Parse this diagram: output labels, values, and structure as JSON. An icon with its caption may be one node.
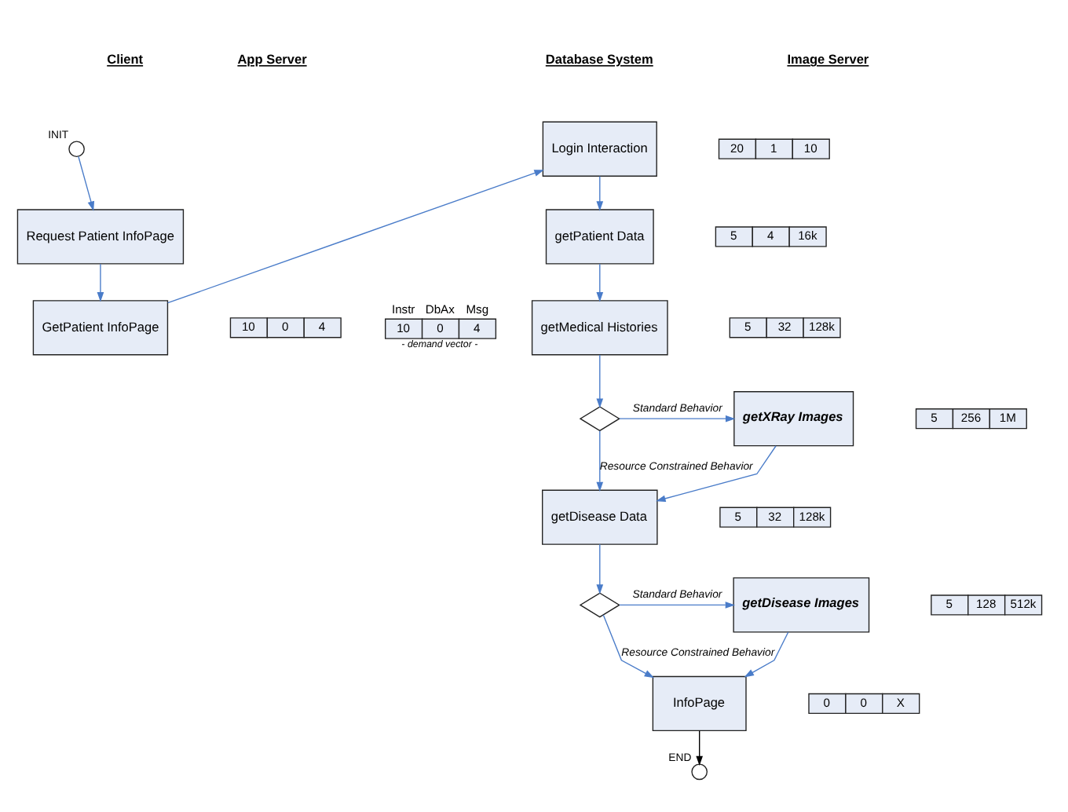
{
  "diagram": {
    "nodes": [
      {
        "text": [],
        "shape": "circle",
        "beside": [
          "INIT"
        ]
      },
      {
        "text": [
          "Request Patient InfoPage"
        ]
      },
      {
        "text": [
          "GetPatient InfoPage"
        ]
      },
      {
        "text": [
          "Login Interaction"
        ]
      },
      {
        "text": [
          "getPatient Data"
        ]
      },
      {
        "text": [
          "getMedical Histories"
        ]
      },
      {
        "text": [],
        "shape": "diamond"
      },
      {
        "text": [
          "getXRay Images"
        ]
      },
      {
        "text": [
          "getDisease Data"
        ]
      },
      {
        "text": [],
        "shape": "diamond"
      },
      {
        "text": [
          "getDisease Images"
        ]
      },
      {
        "text": [
          "InfoPage"
        ]
      },
      {
        "text": [],
        "shape": "circle",
        "beside": [
          "END"
        ]
      }
    ],
    "edges": [
      {
        "from": 0,
        "to": 1,
        "arrow": "to"
      },
      {
        "from": 1,
        "to": 2,
        "arrow": "to"
      },
      {
        "from": 2,
        "to": 3,
        "arrow": "to"
      },
      {
        "from": 3,
        "to": 4,
        "arrow": "to"
      },
      {
        "from": 4,
        "to": 5,
        "arrow": "to"
      },
      {
        "from": 5,
        "to": 6,
        "arrow": "to"
      },
      {
        "from": 6,
        "to": 7,
        "arrow": "to",
        "label": "Standard Behavior"
      },
      {
        "from": 6,
        "to": 8,
        "arrow": "to",
        "label": "Resource Constrained Behavior"
      },
      {
        "from": 7,
        "to": 8,
        "arrow": "to"
      },
      {
        "from": 8,
        "to": 9,
        "arrow": "to"
      },
      {
        "from": 9,
        "to": 10,
        "arrow": "to",
        "label": "Standard Behavior"
      },
      {
        "from": 9,
        "to": 11,
        "arrow": "to",
        "label": "Resource Constrained Behavior"
      },
      {
        "from": 10,
        "to": 11,
        "arrow": "to"
      },
      {
        "from": 11,
        "to": 12,
        "arrow": "to",
        "color": "#000000"
      }
    ],
    "labels": [
      "Client",
      "App Server",
      "Database System",
      "Image Server",
      "20",
      "1",
      "10",
      "Instr",
      "DbAx",
      "Msg",
      "10",
      "0",
      "4",
      "- demand vector -",
      "5",
      "4",
      "16k",
      "10",
      "0",
      "4",
      "5",
      "32",
      "128k",
      "5",
      "256",
      "1M",
      "5",
      "32",
      "128k",
      "5",
      "128",
      "512k",
      "0",
      "0",
      "X"
    ]
  }
}
